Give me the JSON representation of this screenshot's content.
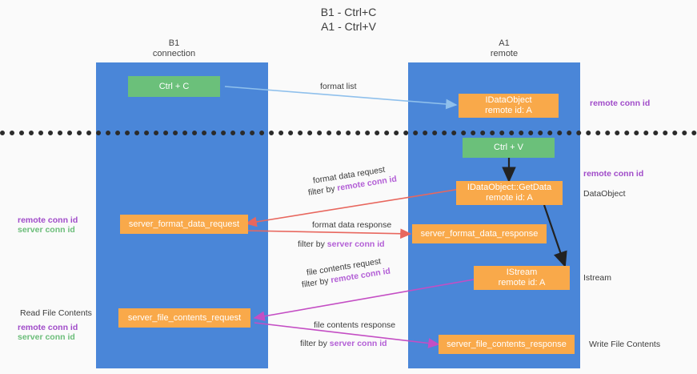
{
  "title": "B1 - Ctrl+C\nA1 - Ctrl+V",
  "columns": [
    {
      "name": "b1",
      "heading": "B1\nconnection"
    },
    {
      "name": "a1",
      "heading": "A1\nremote"
    }
  ],
  "boxes": {
    "ctrl_c": {
      "label": "Ctrl + C",
      "color": "#6bc07a"
    },
    "ctrl_v": {
      "label": "Ctrl + V",
      "color": "#6bc07a"
    },
    "idataobject": {
      "line1": "IDataObject",
      "line2": "remote id: A",
      "color": "#f9a94a"
    },
    "getdata": {
      "line1": "IDataObject::GetData",
      "line2": "remote id: A",
      "color": "#f9a94a"
    },
    "istream": {
      "line1": "IStream",
      "line2": "remote id: A",
      "color": "#f9a94a"
    },
    "server_format_data_request": {
      "label": "server_format_data_request",
      "color": "#f9a94a"
    },
    "server_format_data_response": {
      "label": "server_format_data_response",
      "color": "#f9a94a"
    },
    "server_file_contents_request": {
      "label": "server_file_contents_request",
      "color": "#f9a94a"
    },
    "server_file_contents_response": {
      "label": "server_file_contents_response",
      "color": "#f9a94a"
    }
  },
  "edge_labels": {
    "format_list": "format list",
    "format_data_request": "format data request",
    "format_data_request_filter_pre": "filter by ",
    "format_data_request_filter_key": "remote conn id",
    "format_data_response": "format data response",
    "format_data_response_filter_pre": "filter by ",
    "format_data_response_filter_key": "server conn id",
    "file_contents_request": "file contents request",
    "file_contents_request_filter_pre": "filter by ",
    "file_contents_request_filter_key": "remote conn id",
    "file_contents_response": "file contents response",
    "file_contents_response_filter_pre": "filter by ",
    "file_contents_response_filter_key": "server conn id"
  },
  "right_labels": {
    "remote_conn_id_top": "remote conn id",
    "remote_conn_id_mid": "remote conn id",
    "dataobject": "DataObject",
    "istream": "Istream",
    "write_file_contents": "Write File Contents"
  },
  "left_labels": {
    "remote_conn_id_mid": "remote conn id",
    "server_conn_id_mid": "server conn id",
    "read_file_contents": "Read File Contents",
    "remote_conn_id_bottom": "remote conn id",
    "server_conn_id_bottom": "server conn id"
  },
  "colors": {
    "lane": "#4a86d8",
    "green_box": "#6bc07a",
    "orange_box": "#f9a94a",
    "purple": "#a04bc9",
    "green_text": "#6bbd79",
    "arrow_blue": "#8fc0ec",
    "arrow_red": "#e8675e",
    "arrow_magenta": "#c44ec4",
    "arrow_black": "#222222",
    "divider": "#2b2b2b",
    "background": "#fafafa"
  }
}
